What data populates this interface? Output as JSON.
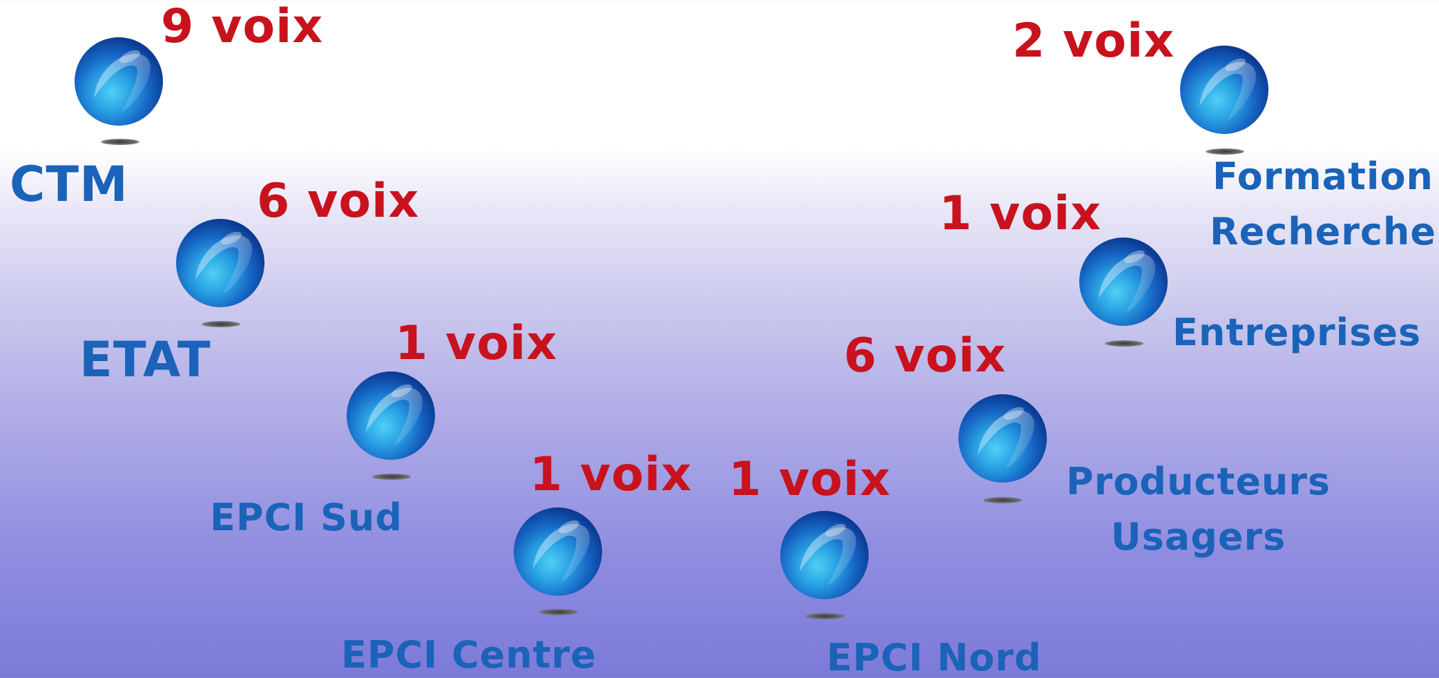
{
  "colors": {
    "votes": "#c8121d",
    "labels": "#1a63b8",
    "sphere_dark": "#0d3f9a",
    "sphere_light": "#3fc3ef"
  },
  "icons": {
    "sphere": "sphere-icon",
    "shadow": "shadow-icon"
  },
  "nodes": {
    "ctm": {
      "votes": "9 voix",
      "label": "CTM"
    },
    "etat": {
      "votes": "6 voix",
      "label": "ETAT"
    },
    "epci_sud": {
      "votes": "1 voix",
      "label": "EPCI Sud"
    },
    "epci_centre": {
      "votes": "1 voix",
      "label": "EPCI Centre"
    },
    "epci_nord": {
      "votes": "1 voix",
      "label": "EPCI Nord"
    },
    "producteurs_usagers": {
      "votes": "6 voix",
      "label_line1": "Producteurs",
      "label_line2": "Usagers"
    },
    "entreprises": {
      "votes": "1 voix",
      "label": "Entreprises"
    },
    "formation_recherche": {
      "votes": "2 voix",
      "label_line1": "Formation",
      "label_line2": "Recherche"
    }
  }
}
